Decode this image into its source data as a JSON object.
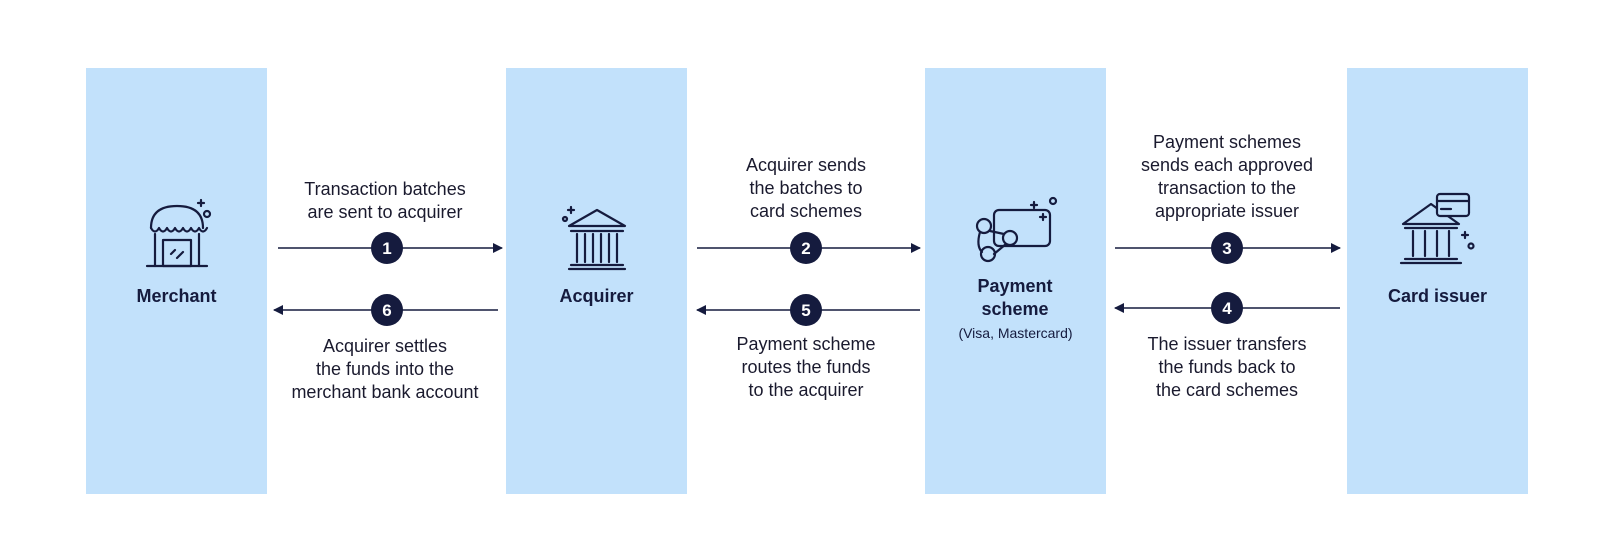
{
  "entities": [
    {
      "key": "merchant",
      "label": "Merchant",
      "sublabel": "",
      "icon": "storefront-icon"
    },
    {
      "key": "acquirer",
      "label": "Acquirer",
      "sublabel": "",
      "icon": "bank-building-icon"
    },
    {
      "key": "scheme",
      "label": "Payment scheme",
      "sublabel": "(Visa, Mastercard)",
      "icon": "card-network-icon"
    },
    {
      "key": "issuer",
      "label": "Card issuer",
      "sublabel": "",
      "icon": "bank-card-icon"
    }
  ],
  "steps": [
    {
      "number": "1",
      "direction": "forward",
      "lines": [
        "Transaction batches",
        "are sent to acquirer"
      ]
    },
    {
      "number": "2",
      "direction": "forward",
      "lines": [
        "Acquirer sends",
        "the batches to",
        "card schemes"
      ]
    },
    {
      "number": "3",
      "direction": "forward",
      "lines": [
        "Payment schemes",
        "sends each approved",
        "transaction to the",
        "appropriate issuer"
      ]
    },
    {
      "number": "4",
      "direction": "backward",
      "lines": [
        "The issuer transfers",
        "the funds back to",
        "the card schemes"
      ]
    },
    {
      "number": "5",
      "direction": "backward",
      "lines": [
        "Payment scheme",
        "routes the funds",
        "to the acquirer"
      ]
    },
    {
      "number": "6",
      "direction": "backward",
      "lines": [
        "Acquirer settles",
        "the funds into the",
        "merchant bank account"
      ]
    }
  ],
  "colors": {
    "column": "#c2e1fb",
    "ink": "#151b3e",
    "badge": "#151b3e"
  }
}
